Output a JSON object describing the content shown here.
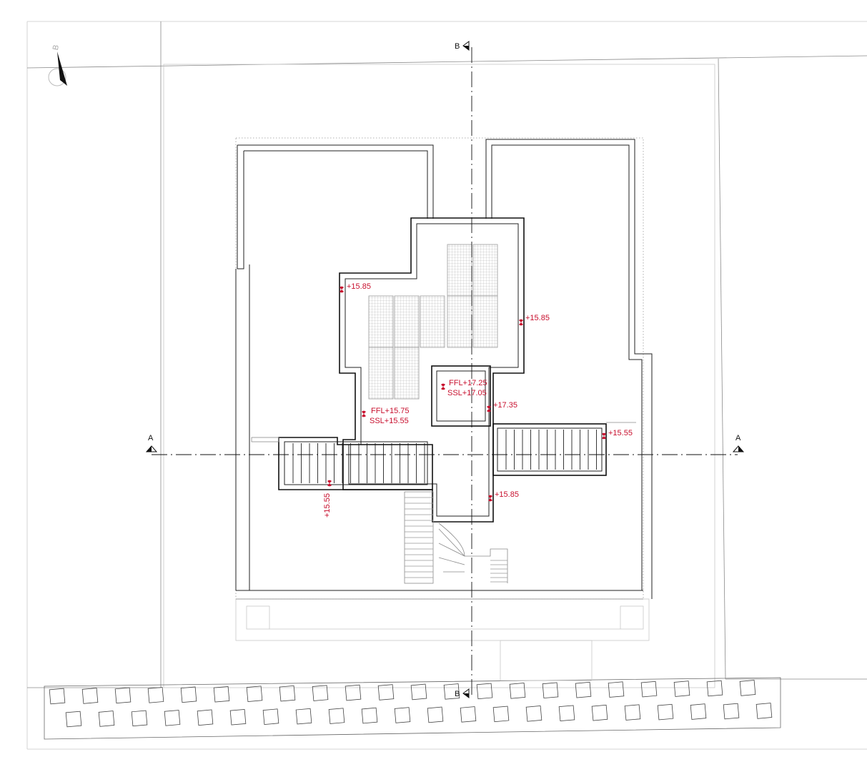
{
  "north": {
    "label": "B"
  },
  "sections": {
    "a_left": "A",
    "a_right": "A",
    "b_top": "B",
    "b_bottom": "B"
  },
  "levels": {
    "l1": "+15.85",
    "l2": "+15.85",
    "l3_ffl": "FFL+17.25",
    "l3_ssl": "SSL+17.05",
    "l4": "+17.35",
    "l5_ffl": "FFL+15.75",
    "l5_ssl": "SSL+15.55",
    "l6": "+15.55",
    "l7": "+15.55",
    "l8": "+15.85"
  },
  "colors": {
    "level_marker": "#c8102e",
    "line": "#111111",
    "hatch": "#999999"
  }
}
